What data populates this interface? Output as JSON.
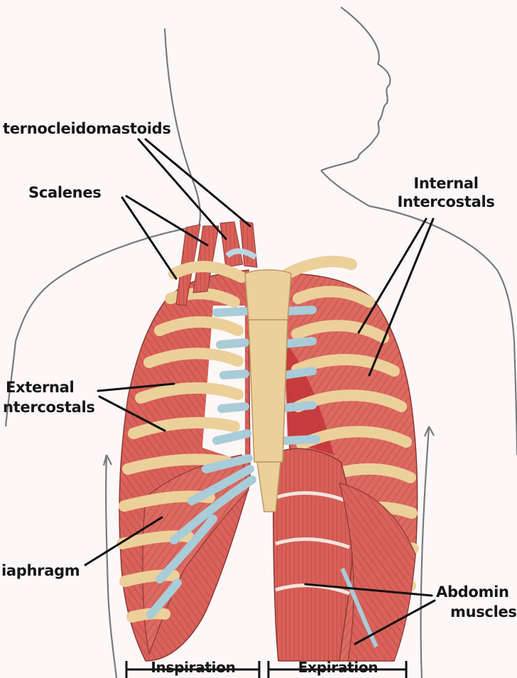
{
  "labels": {
    "sternocleidomastoids": "ternocleidomastoids",
    "scalenes": "Scalenes",
    "internal_intercostals_1": "Internal",
    "internal_intercostals_2": "Intercostals",
    "external_intercostals_1": "External",
    "external_intercostals_2": "ntercostals",
    "diaphragm": "iaphragm",
    "abdominal_1": "Abdomin",
    "abdominal_2": "muscles"
  },
  "phases": {
    "inspiration": "Inspiration",
    "expiration": "Expiration"
  },
  "colors": {
    "background": "#fdf7f8",
    "muscle": "#d9625a",
    "muscle_dark": "#b5443f",
    "bone": "#ecd09a",
    "cartilage": "#a9ccd9",
    "outline": "#6e6e6e",
    "leader": "#111111"
  }
}
